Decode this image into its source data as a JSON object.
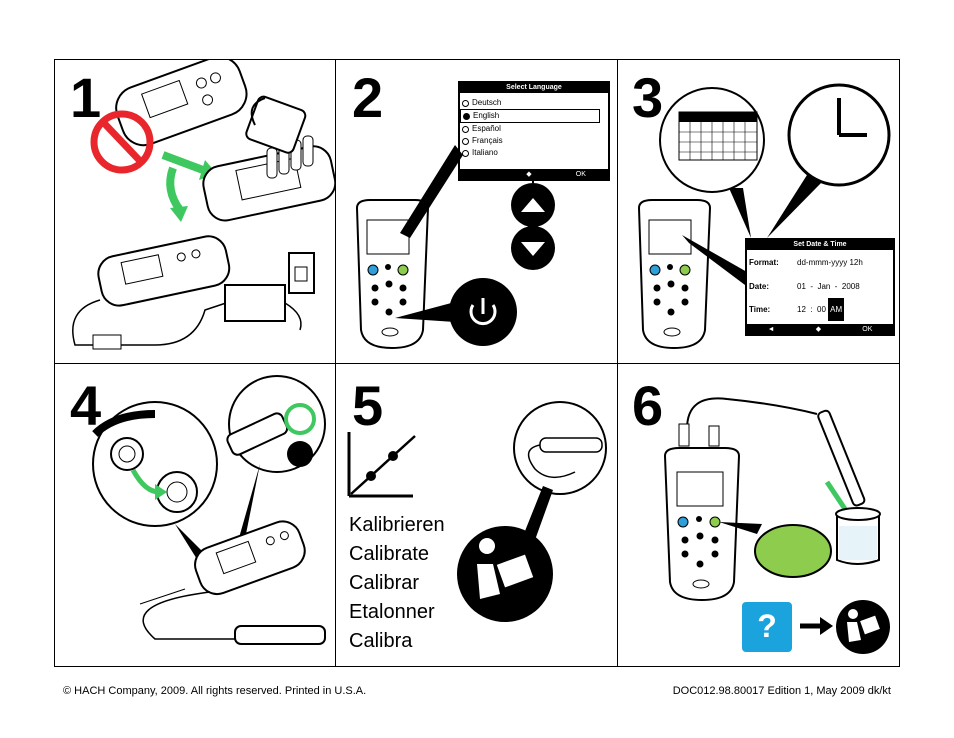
{
  "panels": {
    "p1": {
      "number": "1"
    },
    "p2": {
      "number": "2",
      "screen_title": "Select Language",
      "languages": [
        "Deutsch",
        "English",
        "Español",
        "Français",
        "Italiano"
      ],
      "selected_language": "English",
      "softkeys": {
        "left": "",
        "middle": "◆",
        "right": "OK"
      }
    },
    "p3": {
      "number": "3",
      "screen_title": "Set Date & Time",
      "format_label": "Format:",
      "format_value": "dd-mmm-yyyy 12h",
      "date_label": "Date:",
      "date_value": "01  -  Jan  -  2008",
      "time_label": "Time:",
      "time_value": "12  :  00",
      "time_ampm": "AM",
      "softkeys": {
        "left": "◄",
        "middle": "◆",
        "right": "OK"
      }
    },
    "p4": {
      "number": "4"
    },
    "p5": {
      "number": "5",
      "calibrate_words": [
        "Kalibrieren",
        "Calibrate",
        "Calibrar",
        "Etalonner",
        "Calibra"
      ]
    },
    "p6": {
      "number": "6",
      "help_symbol": "?"
    }
  },
  "footer": {
    "left": "© HACH Company, 2009. All rights reserved. Printed in U.S.A.",
    "right": "DOC012.98.80017 Edition 1, May 2009 dk/kt"
  },
  "colors": {
    "arrow_green": "#3ec85f",
    "no_red": "#e8262b",
    "key_blue": "#2e9fd9",
    "key_green": "#8dcc4d",
    "help_blue": "#1aa3dc"
  }
}
